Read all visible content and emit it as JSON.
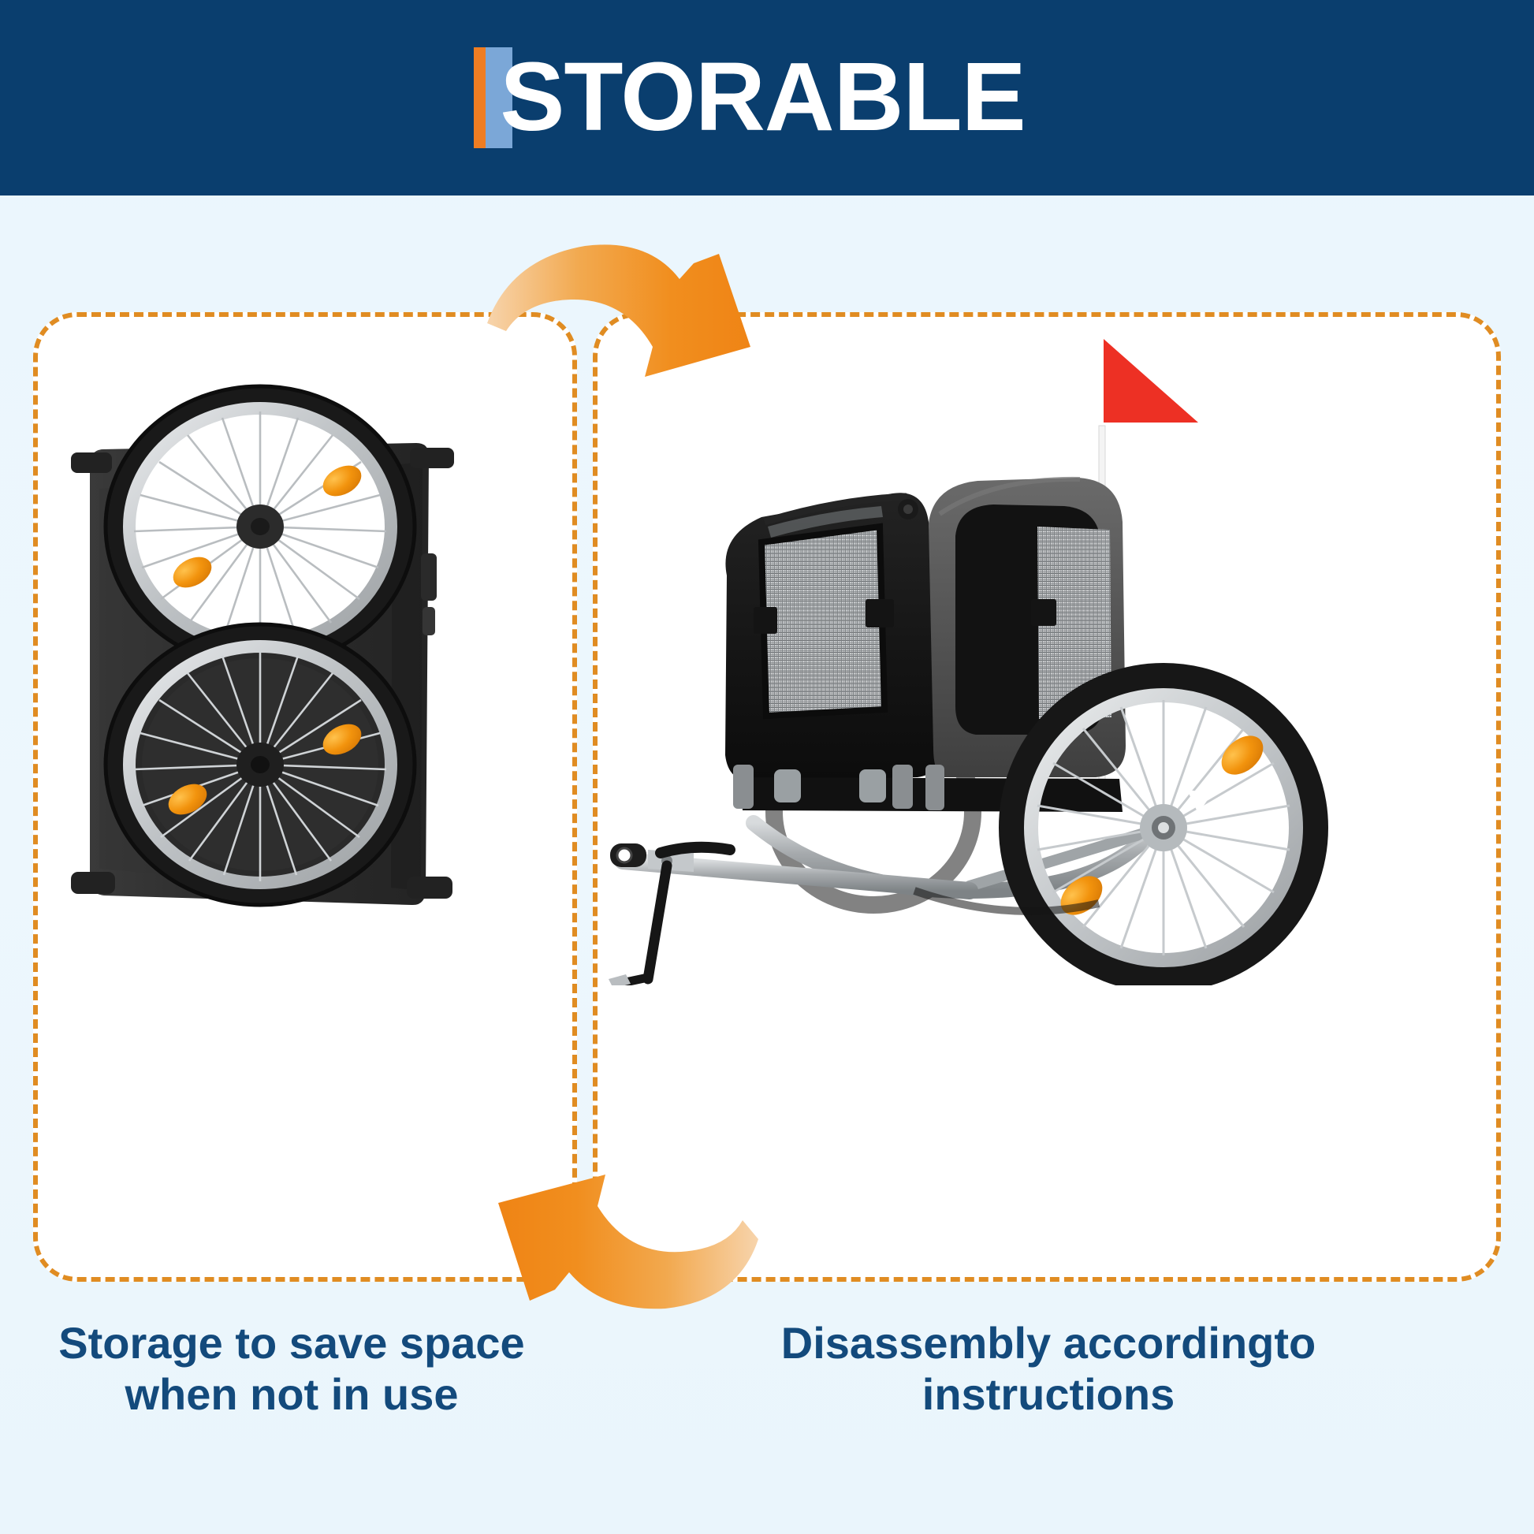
{
  "header": {
    "title": "STORABLE",
    "bg_color": "#0a3e6e",
    "title_color": "#ffffff",
    "accent_orange": "#ef7d22",
    "accent_lightblue": "#7ba7d7"
  },
  "background": {
    "color": "#eaf6fd"
  },
  "panels": {
    "border_color": "#e08c22",
    "fill_color": "#ffffff",
    "left": {
      "name": "folded-storage-panel"
    },
    "right": {
      "name": "assembled-trailer-panel"
    }
  },
  "captions": {
    "left": "Storage to save space\nwhen not in use",
    "left_line1": "Storage to save space",
    "left_line2": "when not in use",
    "right_line1": "Disassembly accordingto",
    "right_line2": "instructions",
    "color": "#134a7c"
  },
  "arrows": {
    "top": {
      "direction": "right-down",
      "color_start": "#f5c690",
      "color_end": "#f18a1c"
    },
    "bottom": {
      "direction": "left-down",
      "color_start": "#f18a1c",
      "color_end": "#f5c690"
    }
  },
  "product": {
    "folded": {
      "name": "folded-bike-trailer",
      "description": "Folded pet bike trailer with two 20-inch wheels stacked vertically",
      "fabric_color": "#2b2b2b",
      "rim_color": "#c9ccce",
      "reflector_color": "#f0920f",
      "wheel_count": 2,
      "reflectors_visible": 4
    },
    "assembled": {
      "name": "assembled-bike-trailer",
      "description": "Assembled pet bike trailer with canopy, mesh windows, hitch arm and safety flag",
      "canopy_black": "#1a1a1a",
      "canopy_gray": "#565656",
      "mesh_color": "#b9bcbe",
      "frame_color": "#a9adb0",
      "flag_color": "#ed3024",
      "flag_pole_color": "#f2f2f2",
      "reflector_color": "#f0920f",
      "wheel_count": 1
    }
  }
}
